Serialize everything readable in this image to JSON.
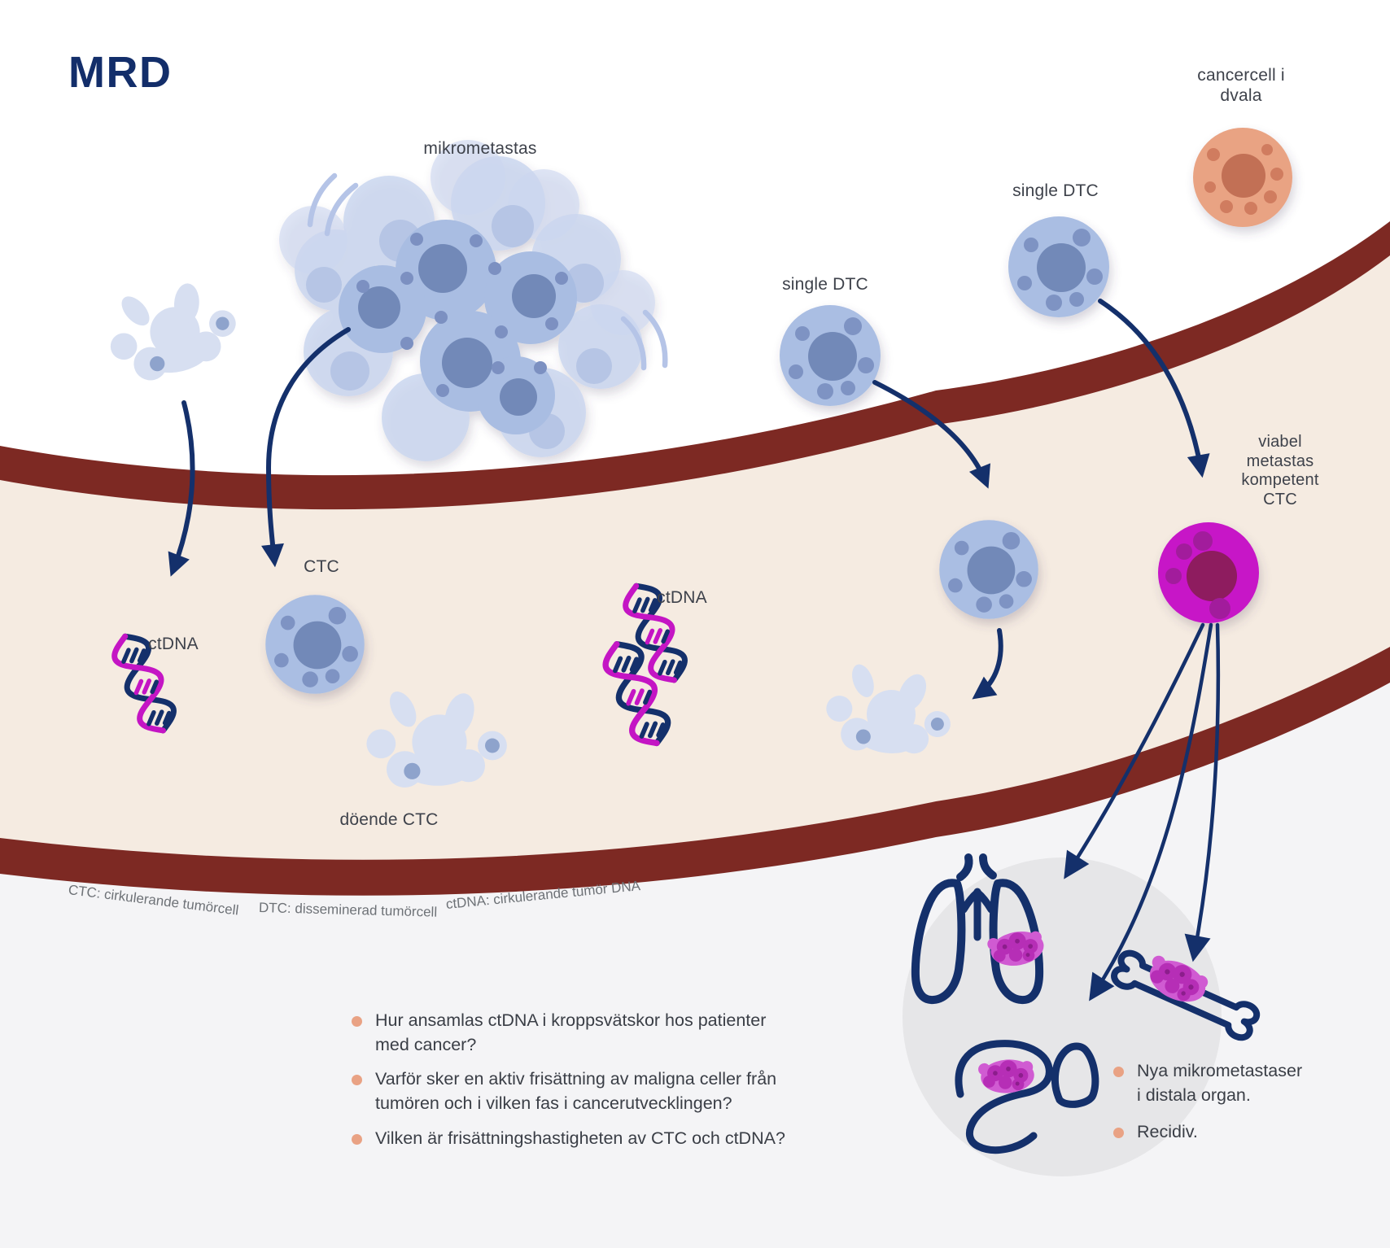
{
  "title": "MRD",
  "labels": {
    "mikrometastas": "mikrometastas",
    "cancercell_i_dvala": "cancercell i\ndvala",
    "single_dtc_right": "single DTC",
    "single_dtc_mid": "single DTC",
    "ctc": "CTC",
    "ctdna_left": "ctDNA",
    "ctdna_center": "ctDNA",
    "doende_ctc": "döende CTC",
    "viabel_ctc": "viabel\nmetastas\nkompetent\nCTC"
  },
  "footnotes": [
    "CTC: cirkulerande tumörcell",
    "DTC: disseminerad tumörcell",
    "ctDNA: cirkulerande tumör DNA"
  ],
  "questions": [
    "Hur ansamlas ctDNA i kroppsvätskor hos patienter\nmed cancer?",
    "Varför sker en aktiv frisättning av maligna celler från\ntumören och i vilken fas i cancerutvecklingen?",
    "Vilken är frisättningshastigheten av CTC och ctDNA?"
  ],
  "outcomes": [
    "Nya mikrometastaser\ni distala organ.",
    "Recidiv."
  ],
  "icons": {
    "ctdna": "dna-double-helix-icon",
    "lungs": "lungs-outline-icon",
    "bone": "bone-outline-icon",
    "liver": "liver-outline-icon",
    "metastasis": "metastasis-cluster-icon",
    "dying_cell": "fragmented-cell-blob-icon",
    "vessel": "blood-vessel-band"
  },
  "colors": {
    "navy": "#14306b",
    "vessel_wall_maroon": "#7d2923",
    "vessel_lumen_cream": "#f5ebe1",
    "below_vessel_gray": "#f4f4f6",
    "organ_circle_gray": "#e6e6e8",
    "cell_blue": "#aabee3",
    "cell_blue_pale": "#cbd6ef",
    "nucleus_blue": "#7289b8",
    "dying_blob_blue": "#d7dff1",
    "dormant_cell_orange": "#e9a383",
    "dormant_nucleus": "#c26f54",
    "viable_ctc_magenta": "#c713c7",
    "viable_ctc_nucleus": "#8e1a5e",
    "metastasis_magenta": "#b62eb6",
    "dna_magenta": "#c415c4",
    "bullet_salmon": "#e9a284",
    "label_gray": "#3e424b",
    "footnote_gray": "#6e7277"
  }
}
